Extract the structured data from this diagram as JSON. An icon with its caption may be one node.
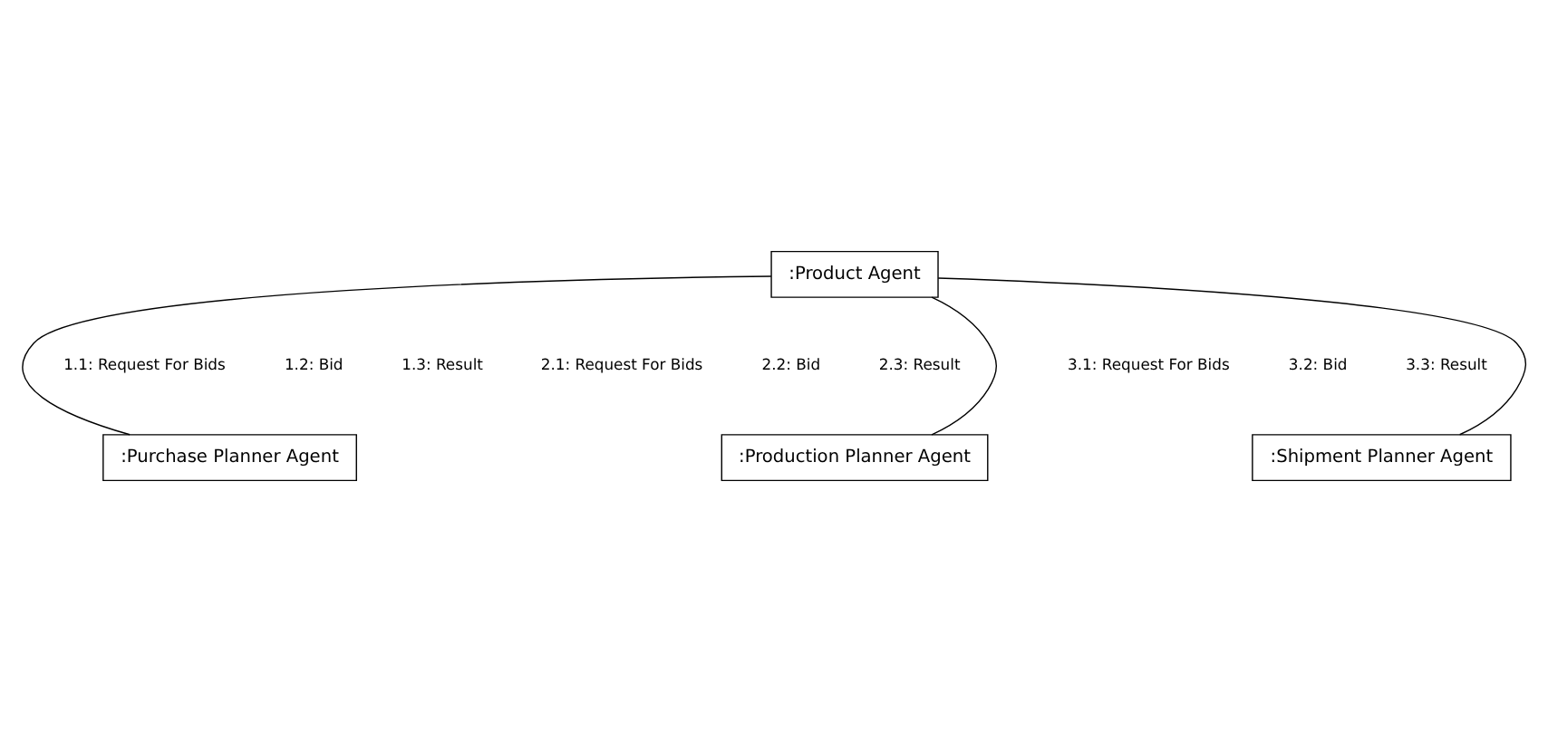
{
  "diagram": {
    "nodes": [
      {
        "text": [
          ":Product Agent"
        ]
      },
      {
        "text": [
          ":Purchase Planner Agent"
        ]
      },
      {
        "text": [
          ":Production Planner Agent"
        ]
      },
      {
        "text": [
          ":Shipment Planner Agent"
        ]
      }
    ],
    "edges": [
      {
        "from": 0,
        "to": 1,
        "arrow": "none"
      },
      {
        "from": 0,
        "to": 2,
        "arrow": "none"
      },
      {
        "from": 0,
        "to": 3,
        "arrow": "none"
      }
    ],
    "labels": [
      "1.1: Request For Bids",
      "1.2: Bid",
      "1.3: Result",
      "2.1: Request For Bids",
      "2.2: Bid",
      "2.3: Result",
      "3.1: Request For Bids",
      "3.2: Bid",
      "3.3: Result"
    ]
  }
}
